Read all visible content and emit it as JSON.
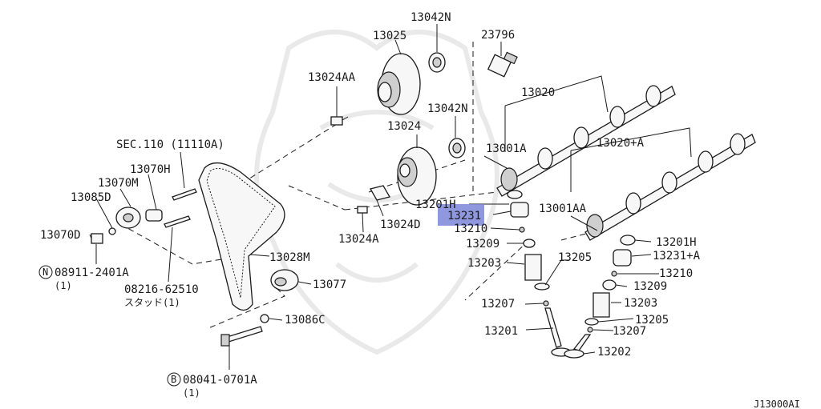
{
  "parts": {
    "p13042N_a": "13042N",
    "p13025": "13025",
    "p23796": "23796",
    "p13024AA": "13024AA",
    "p13020": "13020",
    "p13042N_b": "13042N",
    "p13024": "13024",
    "p13001A": "13001A",
    "sec110": "SEC.110 (11110A)",
    "p13020A": "13020+A",
    "p13070H": "13070H",
    "p13070M": "13070M",
    "p13085D": "13085D",
    "p13201H_a": "13201H",
    "p13231": "13231",
    "p13001AA": "13001AA",
    "p13024D": "13024D",
    "p13210_a": "13210",
    "p13070D": "13070D",
    "p13024A": "13024A",
    "p13209_a": "13209",
    "p13201H_b": "13201H",
    "p13231A": "13231+A",
    "p13028M": "13028M",
    "p13205_a": "13205",
    "p13203_a": "13203",
    "p08911": "08911-2401A",
    "p08911_qty": "(1)",
    "p13210_b": "13210",
    "p13077": "13077",
    "p13209_b": "13209",
    "p08216": "08216-62510",
    "p08216_note": "スタッド(1)",
    "p13207_a": "13207",
    "p13203_b": "13203",
    "p13205_b": "13205",
    "p13086C": "13086C",
    "p13207_b": "13207",
    "p13201": "13201",
    "p13202": "13202",
    "p08041": "08041-0701A",
    "p08041_qty": "(1)",
    "ref": "J13000AI"
  },
  "markers": {
    "n": "N",
    "b": "B"
  },
  "highlight_color": "#7b86d9"
}
